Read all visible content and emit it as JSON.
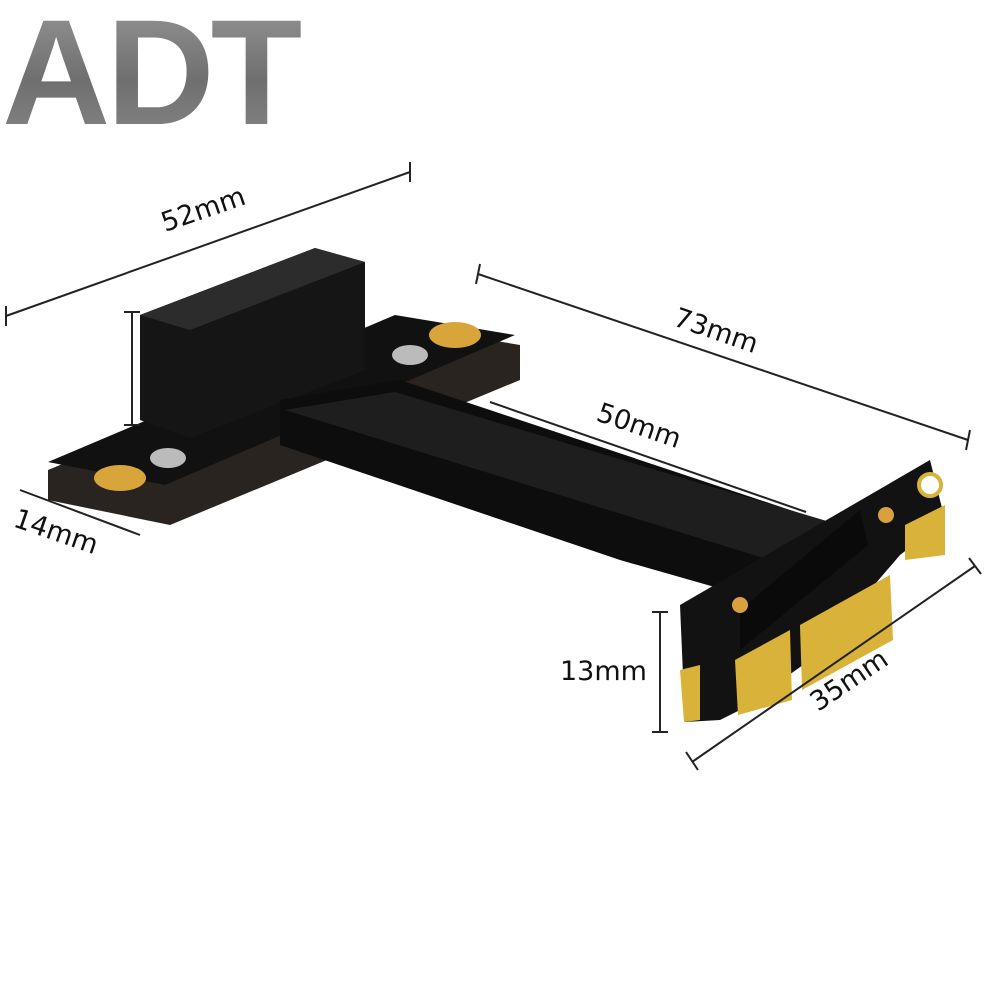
{
  "logo": {
    "text": "ADT",
    "color": "#7a7a7a"
  },
  "dimensions": {
    "connector_width": "52mm",
    "total_length": "73mm",
    "cable_length": "50mm",
    "board_depth": "14mm",
    "finger_height": "13mm",
    "finger_width": "35mm"
  },
  "colors": {
    "pcb": "#111111",
    "gold": "#d9b23a",
    "line": "#222222"
  }
}
